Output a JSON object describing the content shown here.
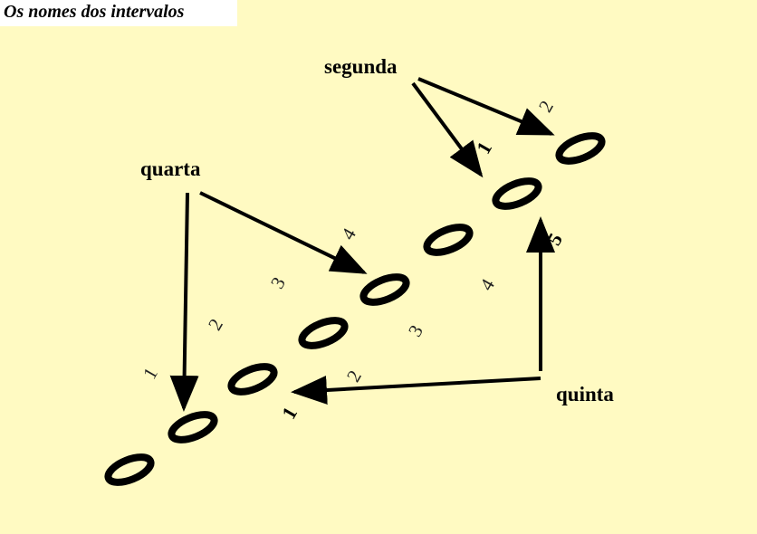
{
  "title": "Os nomes dos intervalos",
  "labels": {
    "segunda": "segunda",
    "quarta": "quarta",
    "quinta": "quinta"
  },
  "numbers": {
    "quarta_1": "1",
    "quarta_2": "2",
    "quarta_3": "3",
    "quarta_4": "4",
    "quinta_1": "1",
    "quinta_2": "2",
    "quinta_3": "3",
    "quinta_4": "4",
    "quinta_5": "5",
    "segunda_1": "1",
    "segunda_2": "2"
  },
  "colors": {
    "background": "#FFFAC2",
    "ink": "#000000"
  }
}
